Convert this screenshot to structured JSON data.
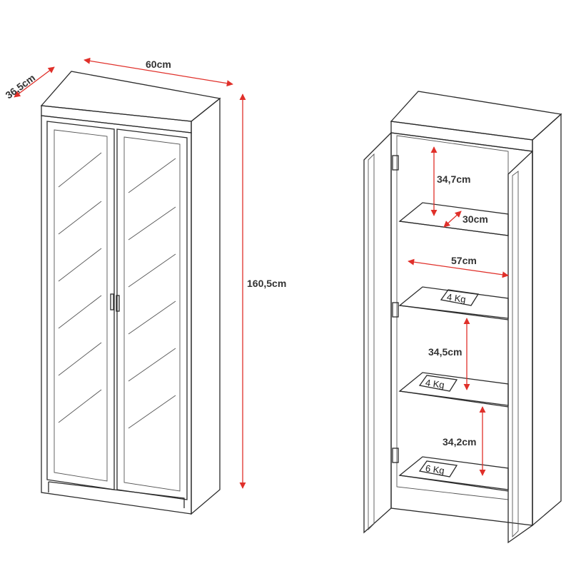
{
  "closed_cabinet": {
    "dimensions": {
      "depth": "36,5cm",
      "width": "60cm",
      "height": "160,5cm"
    }
  },
  "open_cabinet": {
    "dimensions": {
      "top_compartment_height": "34,7cm",
      "shelf_depth": "30cm",
      "inner_width": "57cm",
      "middle_compartment_height": "34,5cm",
      "bottom_compartment_height": "34,2cm"
    },
    "shelf_loads": [
      "4 Kg",
      "4 Kg",
      "6 Kg"
    ]
  },
  "colors": {
    "dimension_line": "#e0302a",
    "outline": "#2b2b2b",
    "label_text": "#333333"
  }
}
